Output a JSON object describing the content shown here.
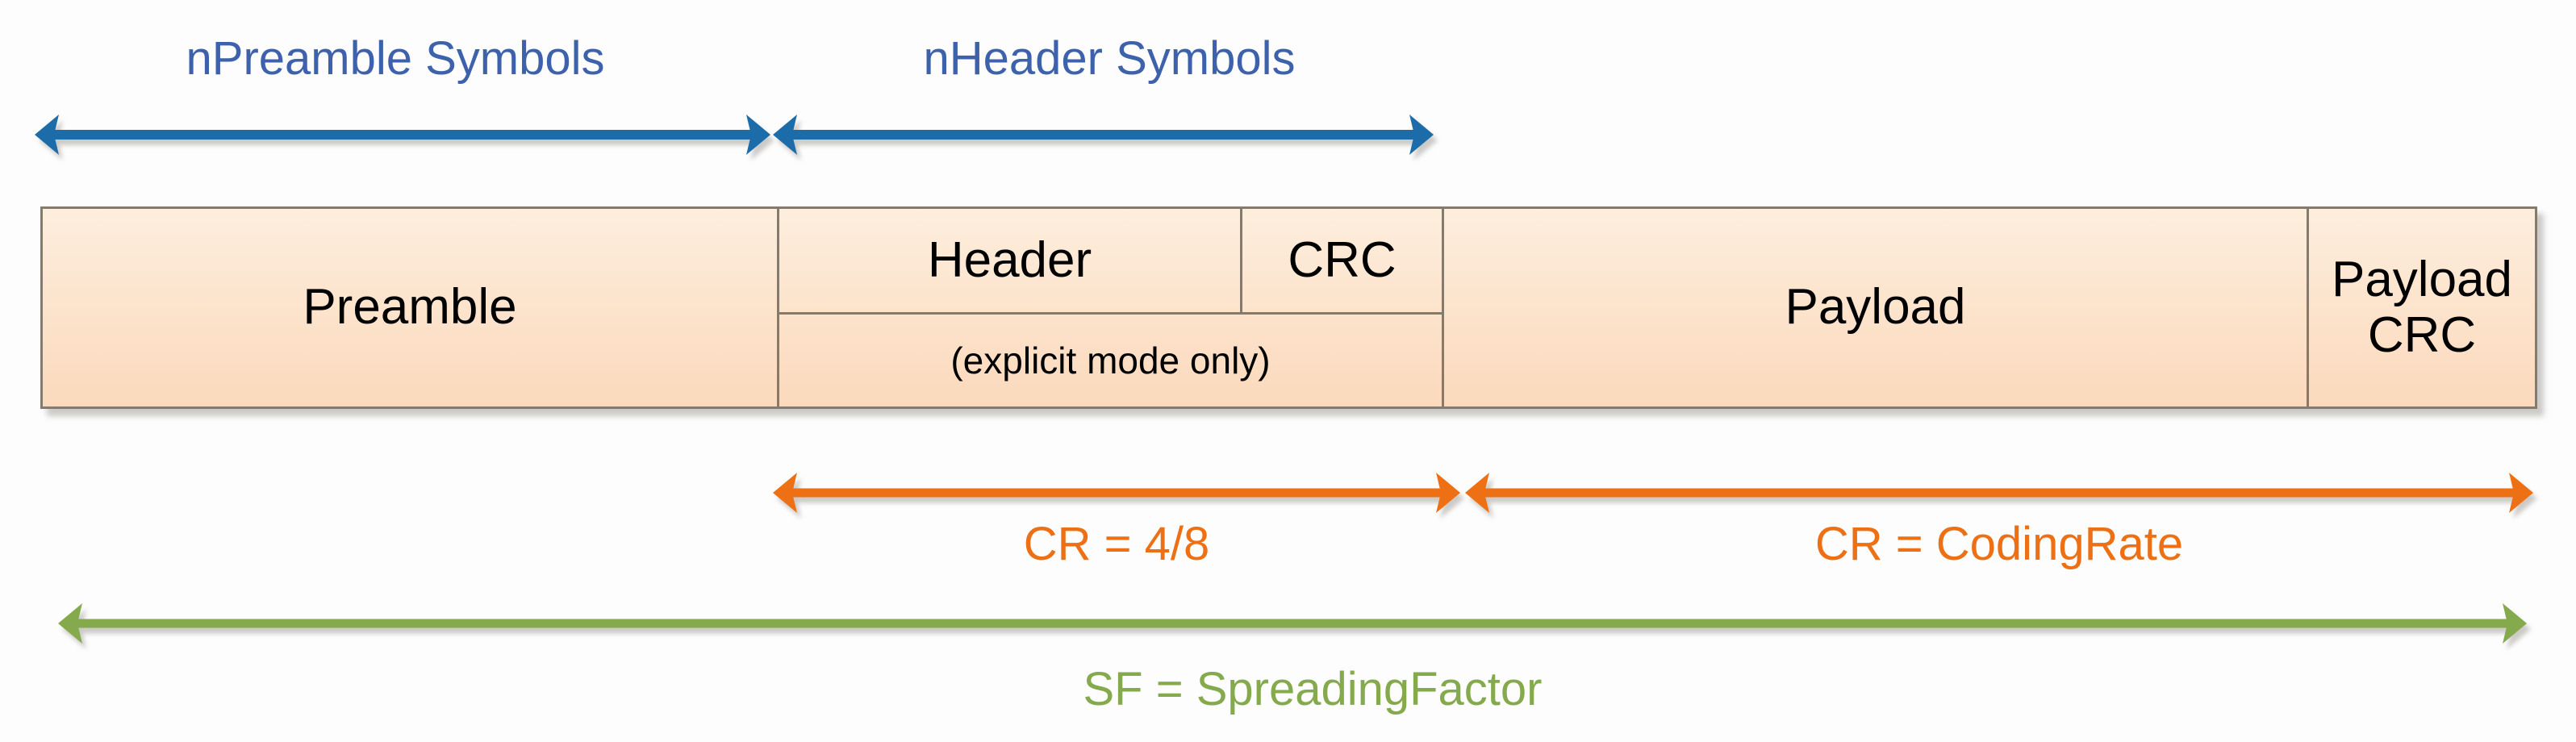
{
  "annotations": {
    "npreamble_symbols": "nPreamble Symbols",
    "nheader_symbols": "nHeader Symbols",
    "cr_header": "CR = 4/8",
    "cr_payload": "CR = CodingRate",
    "sf": "SF = SpreadingFactor"
  },
  "packet_fields": {
    "preamble": "Preamble",
    "header": "Header",
    "header_crc": "CRC",
    "header_note": "(explicit mode only)",
    "payload": "Payload",
    "payload_crc_line1": "Payload",
    "payload_crc_line2": "CRC"
  },
  "colors": {
    "blue_arrow": "#1b6ca9",
    "blue_text": "#3e61ab",
    "orange": "#ed7014",
    "green": "#85a94d",
    "box_border": "#847a6e",
    "box_fill_top": "#fdeedd",
    "box_fill_bottom": "#fbd9bc",
    "field_text": "#000000"
  }
}
